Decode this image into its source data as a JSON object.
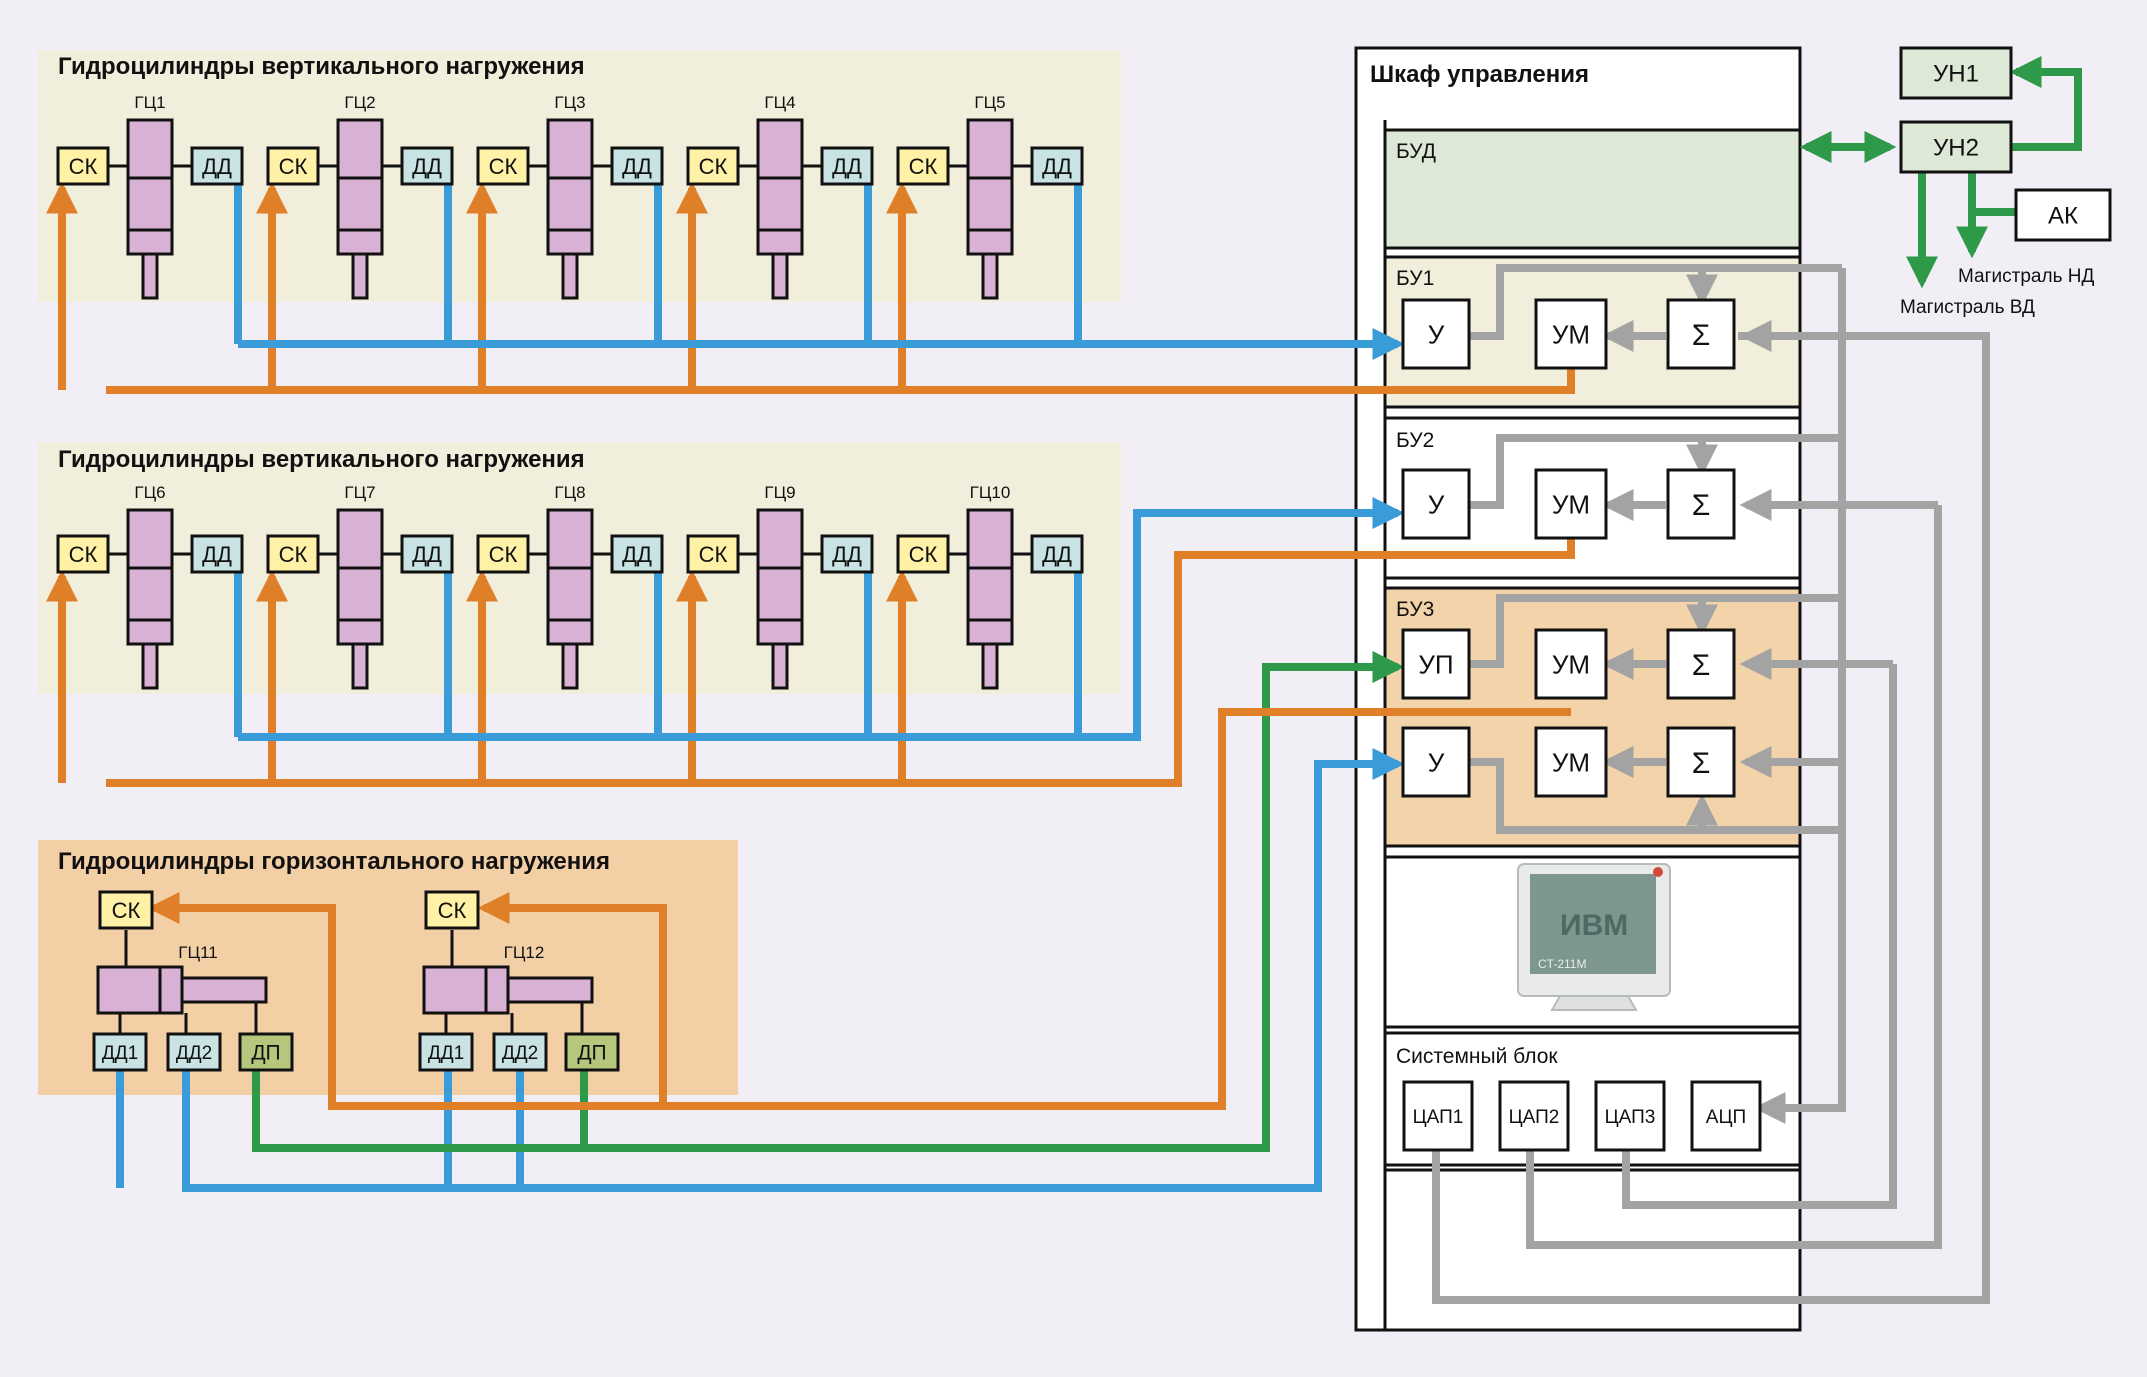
{
  "colors": {
    "background": "#f1eef6",
    "vertical_panel": "#f1eedc",
    "horizontal_panel": "#f3cfa6",
    "sk_fill": "#fff2a6",
    "dd_fill": "#c9e3e4",
    "dp_fill": "#b5c77c",
    "cylinder": "#d8b1d4",
    "line_blue": "#3a9bd9",
    "line_orange": "#df7f27",
    "line_green": "#2e9a49",
    "line_gray": "#a3a3a3",
    "bud_fill": "#dde8d6",
    "bu1_fill": "#f1eedc",
    "bu3_fill": "#f3d3aa",
    "un_fill": "#dde8d6"
  },
  "groups": {
    "vertical_1_title": "Гидроцилиндры вертикального нагружения",
    "vertical_2_title": "Гидроцилиндры вертикального нагружения",
    "horizontal_title": "Гидроцилиндры горизонтального нагружения"
  },
  "cylinders": {
    "row1": [
      "ГЦ1",
      "ГЦ2",
      "ГЦ3",
      "ГЦ4",
      "ГЦ5"
    ],
    "row2": [
      "ГЦ6",
      "ГЦ7",
      "ГЦ8",
      "ГЦ9",
      "ГЦ10"
    ],
    "horizontal": [
      "ГЦ11",
      "ГЦ12"
    ]
  },
  "sensors": {
    "sk": "СК",
    "dd": "ДД",
    "dd1": "ДД1",
    "dd2": "ДД2",
    "dp": "ДП"
  },
  "cabinet": {
    "title": "Шкаф управления",
    "bud": "БУД",
    "bu1": "БУ1",
    "bu2": "БУ2",
    "bu3": "БУ3",
    "u": "У",
    "up": "УП",
    "um": "УМ",
    "sigma": "Σ",
    "system_unit": "Системный блок",
    "dac1": "ЦАП1",
    "dac2": "ЦАП2",
    "dac3": "ЦАП3",
    "adc": "АЦП",
    "monitor_model": "CT-211M",
    "monitor_logo": "ИВМ"
  },
  "hydraulics": {
    "un1": "УН1",
    "un2": "УН2",
    "ak": "АК",
    "nd_line": "Магистраль НД",
    "vd_line": "Магистраль ВД"
  }
}
